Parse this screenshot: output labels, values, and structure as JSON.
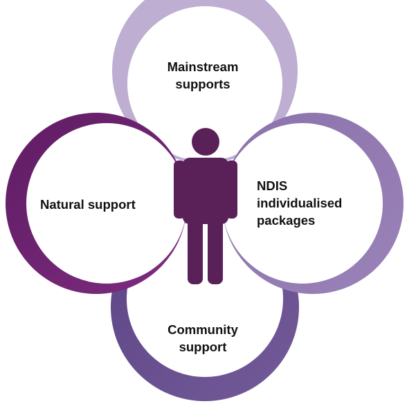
{
  "colors": {
    "top_ring": "#bdaed2",
    "left_ring": "#6e2470",
    "right_ring": "#8d74ad",
    "bottom_ring": "#6a4f8f",
    "person": "#5a2159"
  },
  "nodes": {
    "top": {
      "lines": [
        "Mainstream",
        "supports"
      ]
    },
    "left": {
      "lines": [
        "Natural support"
      ]
    },
    "right": {
      "lines": [
        "NDIS",
        "individualised",
        "packages"
      ]
    },
    "bottom": {
      "lines": [
        "Community",
        "support"
      ]
    }
  },
  "center_icon": "person-icon"
}
